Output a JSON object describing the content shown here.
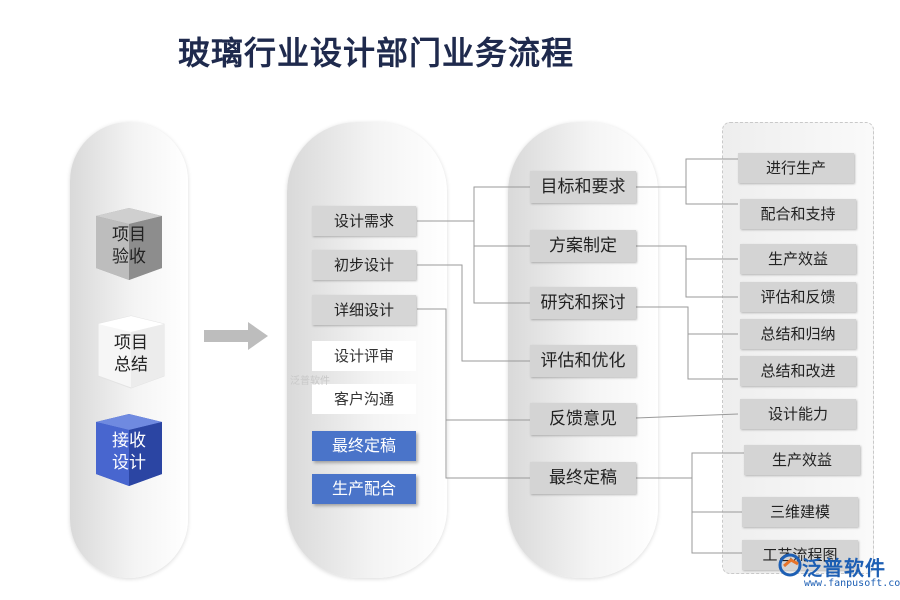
{
  "title": "玻璃行业设计部门业务流程",
  "left_stages": [
    {
      "label1": "项目",
      "label2": "验收"
    },
    {
      "label1": "项目",
      "label2": "总结"
    },
    {
      "label1": "接收",
      "label2": "设计"
    }
  ],
  "design_steps": [
    "设计需求",
    "初步设计",
    "详细设计",
    "设计评审",
    "客户沟通",
    "最终定稿",
    "生产配合"
  ],
  "process_steps": [
    "目标和要求",
    "方案制定",
    "研究和探讨",
    "评估和优化",
    "反馈意见",
    "最终定稿"
  ],
  "outcomes": [
    "进行生产",
    "配合和支持",
    "生产效益",
    "评估和反馈",
    "总结和归纳",
    "总结和改进",
    "设计能力",
    "生产效益",
    "三维建模",
    "工艺流程图"
  ],
  "watermark": "泛普软件",
  "logo": {
    "text": "泛普软件",
    "url": "www.fanpusoft.com"
  },
  "colors": {
    "accent_blue": "#4a74c9",
    "title": "#1f2a4d",
    "box_gray": "#d4d4d4"
  }
}
